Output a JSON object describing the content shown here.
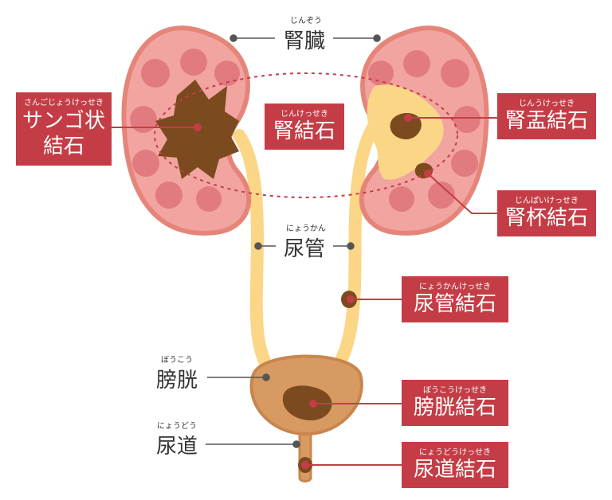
{
  "colors": {
    "kidney_outer": "#e58579",
    "kidney_fill": "#f2a5a0",
    "kidney_calyx": "#e27b7f",
    "urine": "#fbd687",
    "stone": "#7b4a1e",
    "bladder": "#d79a61",
    "bladder_outline": "#c8864d",
    "accent_red": "#c43d46",
    "leader_dark": "#555555"
  },
  "labels": {
    "kidney": {
      "text": "腎臓",
      "ruby": "じんぞう"
    },
    "ureter": {
      "text": "尿管",
      "ruby": "にょうかん"
    },
    "bladder": {
      "text": "膀胱",
      "ruby": "ぼうこう"
    },
    "urethra": {
      "text": "尿道",
      "ruby": "にょうどう"
    }
  },
  "kidney_stones_group": {
    "text": "腎結石",
    "ruby": "じんけっせき"
  },
  "stones": {
    "coral": {
      "line1": "サンゴ状",
      "line2": "結石",
      "ruby": "さんごじょうけっせき"
    },
    "pelvis": {
      "text": "腎盂結石",
      "ruby": "じんうけっせき"
    },
    "calyx": {
      "text": "腎杯結石",
      "ruby": "じんぱいけっせき"
    },
    "ureteral": {
      "text": "尿管結石",
      "ruby": "にょうかんけっせき"
    },
    "bladder": {
      "text": "膀胱結石",
      "ruby": "ぼうこうけっせき"
    },
    "urethral": {
      "text": "尿道結石",
      "ruby": "にょうどうけっせき"
    }
  }
}
